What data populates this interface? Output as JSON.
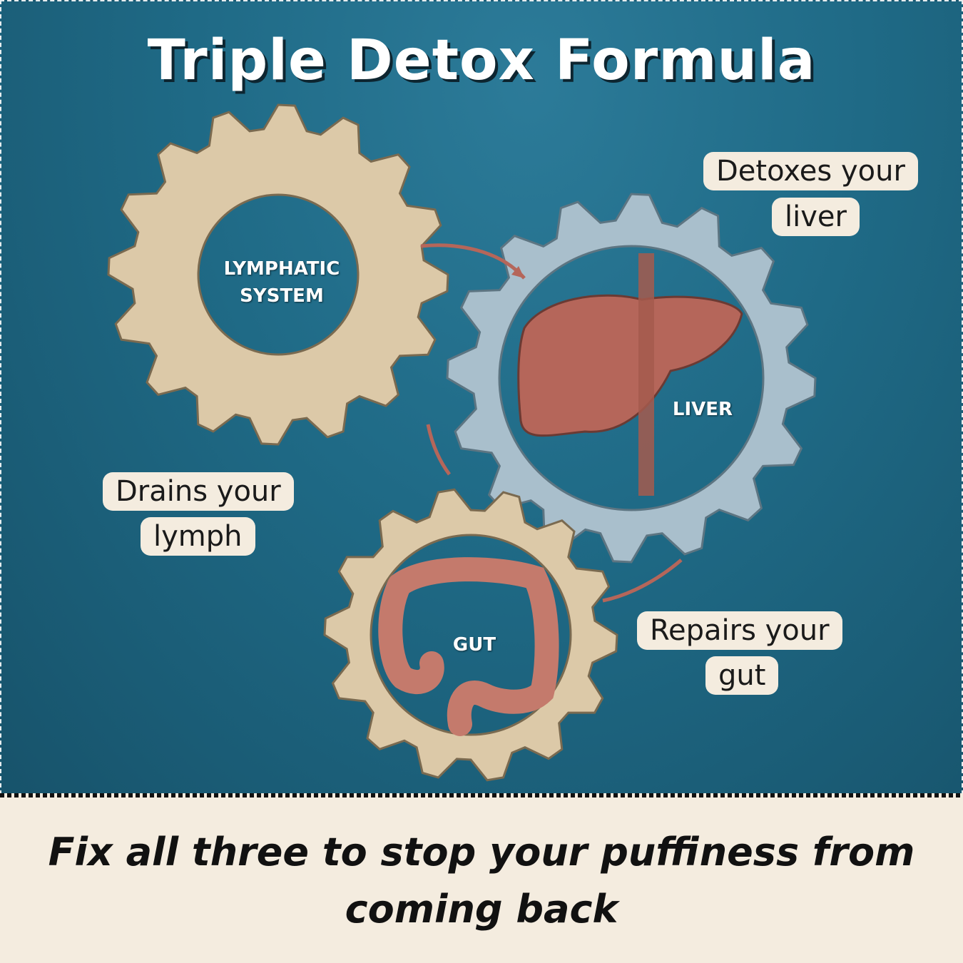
{
  "title": "Triple Detox Formula",
  "gears": {
    "lymph": {
      "label_line1": "LYMPHATIC",
      "label_line2": "SYSTEM"
    },
    "liver": {
      "label": "LIVER"
    },
    "gut": {
      "label": "GUT"
    }
  },
  "callouts": {
    "liver": {
      "line1": "Detoxes your",
      "line2": "liver"
    },
    "lymph": {
      "line1": "Drains your",
      "line2": "lymph"
    },
    "gut": {
      "line1": "Repairs your",
      "line2": "gut"
    }
  },
  "caption": {
    "line1": "Fix all three to stop your puffiness from",
    "line2": "coming back"
  },
  "colors": {
    "background": "#1f6a86",
    "cream": "#f4ecdf",
    "beige_gear": "#dcc9a8",
    "steel_gear": "#a9bfcc",
    "organ": "#b5665a"
  }
}
